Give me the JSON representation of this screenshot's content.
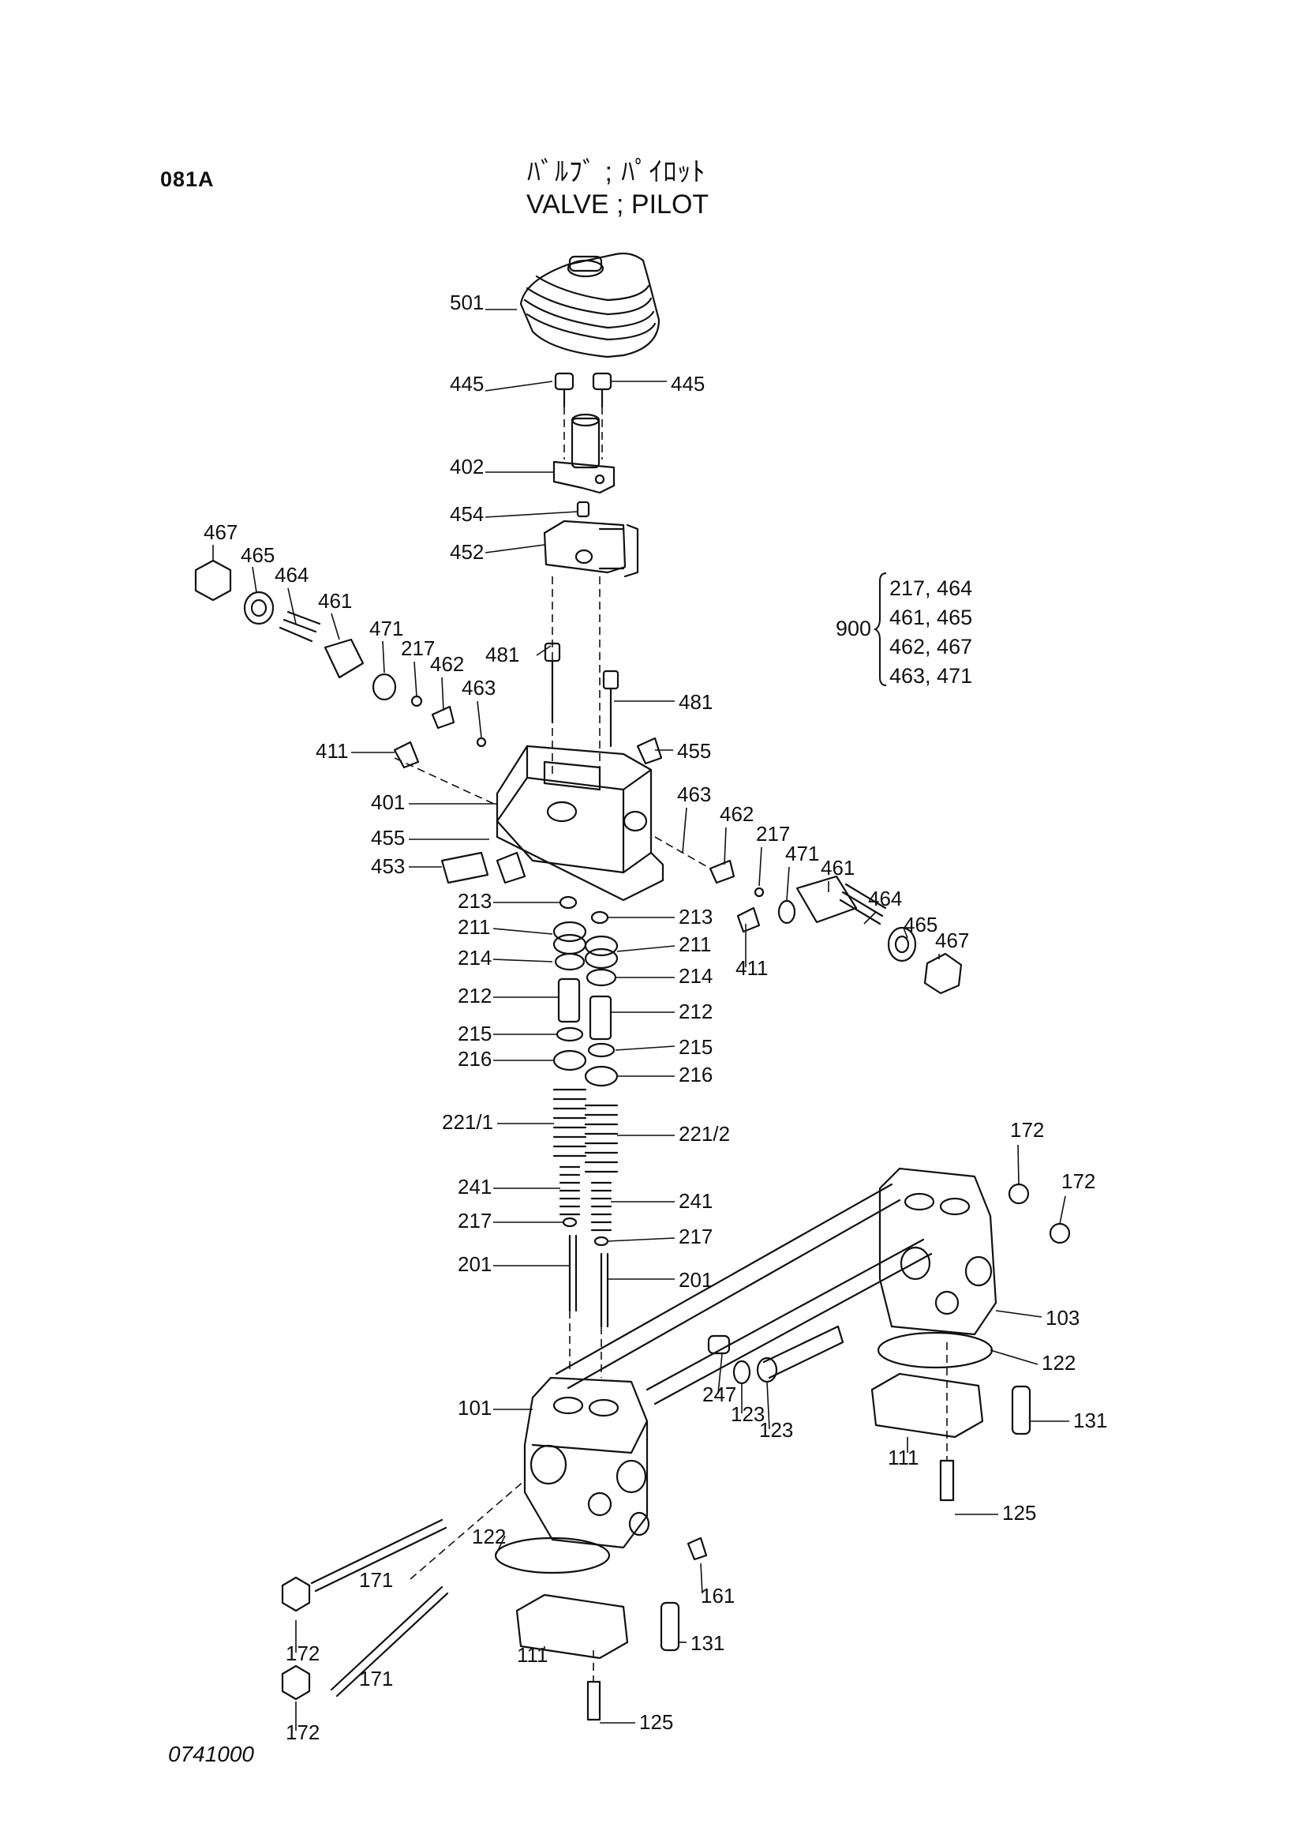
{
  "header": {
    "code": "081A",
    "title_jp": "ﾊﾞﾙﾌﾞ ; ﾊﾟｲﾛｯﾄ",
    "title_en": "VALVE ; PILOT"
  },
  "footer": {
    "drawing_number": "0741000"
  },
  "kit": {
    "number": "900",
    "rows": [
      "217, 464",
      "461, 465",
      "462, 467",
      "463, 471"
    ]
  },
  "callouts": [
    "501",
    "445",
    "445",
    "402",
    "454",
    "452",
    "467",
    "465",
    "464",
    "461",
    "471",
    "217",
    "462",
    "463",
    "481",
    "481",
    "411",
    "455",
    "401",
    "455",
    "453",
    "463",
    "462",
    "217",
    "471",
    "461",
    "464",
    "465",
    "467",
    "411",
    "213",
    "213",
    "211",
    "211",
    "214",
    "214",
    "212",
    "212",
    "215",
    "215",
    "216",
    "216",
    "221/1",
    "221/2",
    "241",
    "241",
    "217",
    "217",
    "201",
    "201",
    "172",
    "172",
    "103",
    "122",
    "247",
    "123",
    "123",
    "131",
    "111",
    "101",
    "125",
    "122",
    "171",
    "161",
    "172",
    "171",
    "111",
    "131",
    "172",
    "125"
  ]
}
